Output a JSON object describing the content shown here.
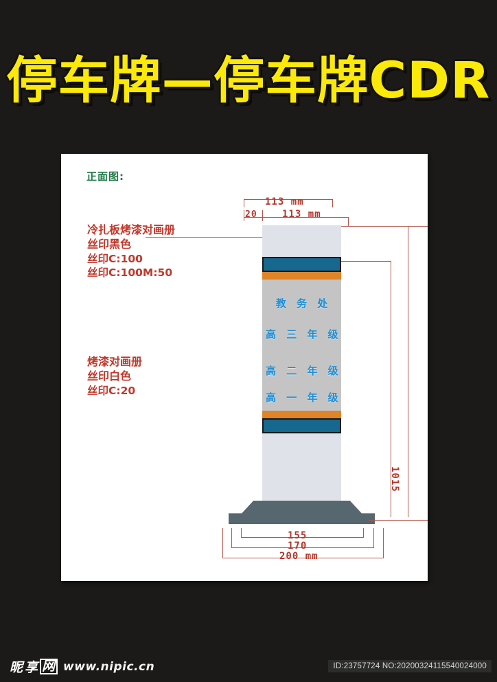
{
  "page": {
    "background_color": "#1b1a18",
    "title": "停车牌—停车牌CDR",
    "title_color": "#fbe90a"
  },
  "artboard": {
    "background_color": "#ffffff",
    "heading": "正面图:",
    "heading_color": "#1d7a45",
    "annotation_color": "#c0392b",
    "notes_top": [
      "冷扎板烤漆对画册",
      "丝印黑色",
      "丝印C:100",
      "丝印C:100M:50"
    ],
    "notes_bottom": [
      "烤漆对画册",
      "丝印白色",
      "丝印C:20"
    ]
  },
  "signpost": {
    "sign_text_color": "#1f8fd6",
    "lines": [
      "教 务 处",
      "高 三 年 级",
      "高 二 年 级",
      "高 一 年 级"
    ],
    "colors": {
      "panel_light": "#dfe2e8",
      "panel_gray": "#c4c4c4",
      "band_blue": "#16688f",
      "band_orange": "#df8427",
      "base": "#56676f"
    }
  },
  "dimensions": {
    "line_color": "#b3564c",
    "text_color": "#b3372b",
    "top_outer": "113 mm",
    "top_inner": "113 mm",
    "left_offset": "20",
    "height_right": "1015",
    "bottom_inner": "155",
    "bottom_mid": "170",
    "bottom_outer": "200 mm"
  },
  "footer": {
    "brand_cn_a": "昵",
    "brand_cn_b": "享",
    "brand_cn_c": "网",
    "brand_url": "www.nipic.cn",
    "id_text": "ID:23757724 NO:20200324115540024000"
  }
}
